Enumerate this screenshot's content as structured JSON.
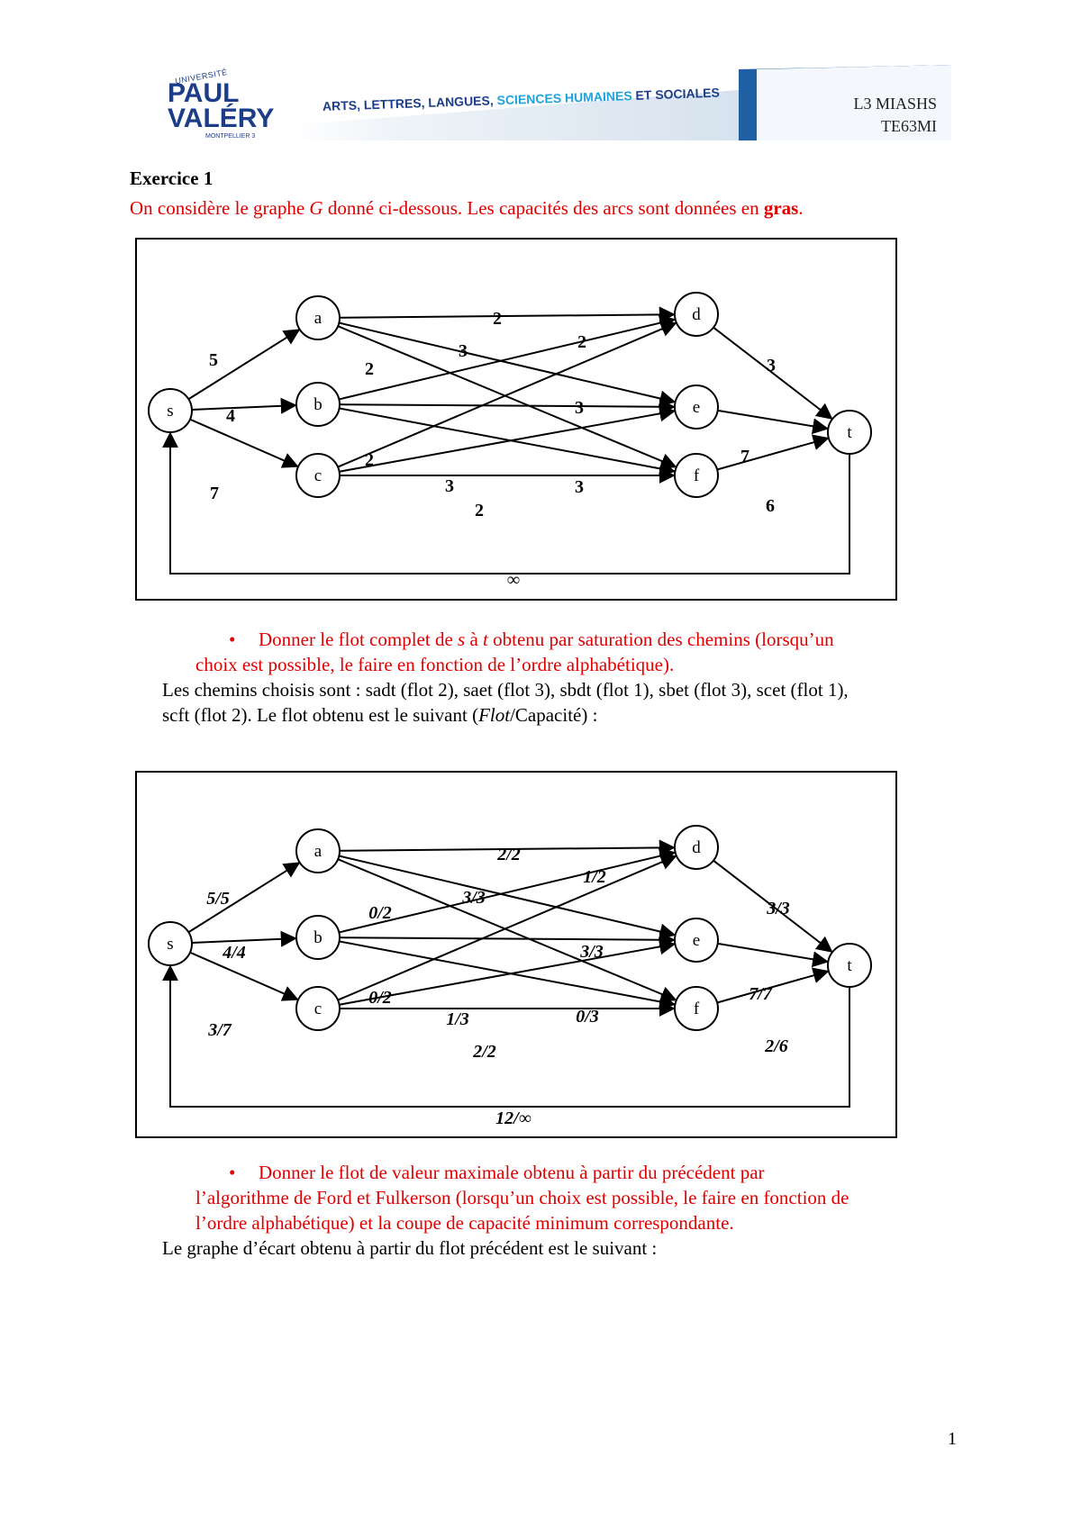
{
  "header": {
    "logo_top": "UNIVERSITÉ",
    "logo_line1": "PAUL",
    "logo_line2": "VALÉRY",
    "logo_bottom": "MONTPELLIER 3",
    "tagline_part1": "ARTS, LETTRES, LANGUES, ",
    "tagline_part2": "SCIENCES HUMAINES",
    "tagline_part3": " ET SOCIALES",
    "course_line1": "L3 MIASHS",
    "course_line2": "TE63MI"
  },
  "exercise": {
    "title": "Exercice 1",
    "intro_a": "On considère le graphe ",
    "intro_g": "G",
    "intro_b": " donné ci-dessous. Les capacités des arcs sont données en ",
    "intro_bold": "gras",
    "intro_end": "."
  },
  "graph1": {
    "nodes": [
      "s",
      "a",
      "b",
      "c",
      "d",
      "e",
      "f",
      "t"
    ],
    "edge_labels": {
      "sa": "5",
      "sb": "4",
      "sc": "7",
      "ad": "2",
      "ae": "3",
      "af": "2",
      "bd": "2",
      "be": "3",
      "bf": "3",
      "cd": "2",
      "ce": "3",
      "cf": "2",
      "dt": "3",
      "et": "7",
      "ft": "6",
      "ts": "∞"
    }
  },
  "bullet1": {
    "t1": "Donner le flot complet de ",
    "s": "s",
    "t2": " à ",
    "t": "t",
    "t3": " obtenu par saturation des chemins (lorsqu’un",
    "line2": "choix est possible, le faire en fonction de l’ordre alphabétique)."
  },
  "answer1": {
    "line1": "Les chemins choisis sont : sadt (flot 2), saet (flot 3), sbdt (flot 1), sbet (flot 3), scet (flot 1),",
    "line2a": "scft (flot 2). Le flot obtenu est le suivant (",
    "line2i": "Flot",
    "line2b": "/Capacité) :"
  },
  "graph2": {
    "nodes": [
      "s",
      "a",
      "b",
      "c",
      "d",
      "e",
      "f",
      "t"
    ],
    "edge_labels": {
      "sa": "5/5",
      "sb": "4/4",
      "sc": "3/7",
      "ad": "2/2",
      "ae": "3/3",
      "af": "0/2",
      "bd": "1/2",
      "be": "3/3",
      "bf": "0/3",
      "cd": "0/2",
      "ce": "1/3",
      "cf": "2/2",
      "dt": "3/3",
      "et": "7/7",
      "ft": "2/6",
      "ts": "12/∞"
    }
  },
  "bullet2": {
    "line1": "Donner le flot de valeur maximale obtenu à partir du précédent par",
    "line2": "l’algorithme de Ford et Fulkerson (lorsqu’un choix est possible, le faire en fonction de",
    "line3": "l’ordre alphabétique) et la coupe de capacité minimum correspondante."
  },
  "answer2": {
    "line1": "Le graphe d’écart obtenu à partir du flot précédent est le suivant :"
  },
  "page_number": "1"
}
